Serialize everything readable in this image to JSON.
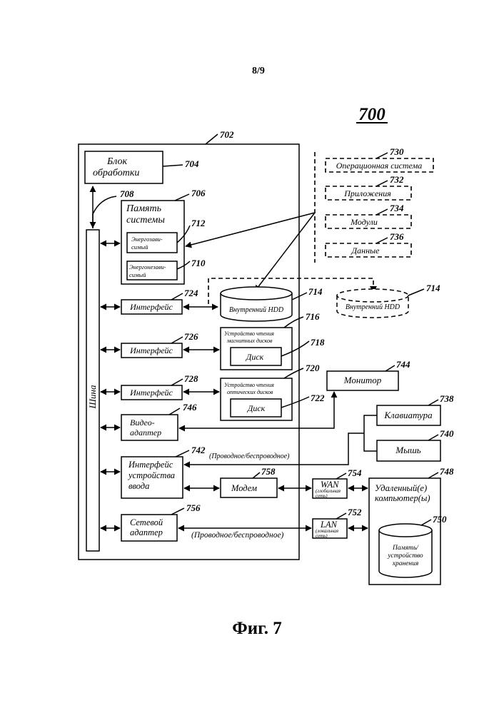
{
  "page_number": "8/9",
  "figure_number": "700",
  "caption": "Фиг. 7",
  "computer": {
    "ref": "702"
  },
  "processing_unit": {
    "line1": "Блок",
    "line2": "обработки",
    "ref": "704"
  },
  "bus": {
    "label": "Шина",
    "ref": "708"
  },
  "system_memory": {
    "line1": "Память",
    "line2": "системы",
    "ref": "706"
  },
  "volatile": {
    "line1": "Энергозави-",
    "line2": "симый",
    "ref": "712"
  },
  "nonvolatile": {
    "line1": "Энергонезави-",
    "line2": "симый",
    "ref": "710"
  },
  "interface_hdd": {
    "label": "Интерфейс",
    "ref": "724"
  },
  "interface_fdd": {
    "label": "Интерфейс",
    "ref": "726"
  },
  "interface_odd": {
    "label": "Интерфейс",
    "ref": "728"
  },
  "internal_hdd": {
    "label": "Внутренний HDD",
    "ref": "714"
  },
  "external_hdd": {
    "label": "Внутренний HDD",
    "ref": "714"
  },
  "magnetic_drive": {
    "line1": "Устройство чтения",
    "line2": "магнитных дисков",
    "ref": "716"
  },
  "magnetic_disk": {
    "label": "Диск",
    "ref": "718"
  },
  "optical_drive": {
    "line1": "Устройство чтения",
    "line2": "оптических дисков",
    "ref": "720"
  },
  "optical_disk": {
    "label": "Диск",
    "ref": "722"
  },
  "os": {
    "label": "Операционная система",
    "ref": "730"
  },
  "applications": {
    "label": "Приложения",
    "ref": "732"
  },
  "modules": {
    "label": "Модули",
    "ref": "734"
  },
  "data": {
    "label": "Данные",
    "ref": "736"
  },
  "video_adapter": {
    "line1": "Видео-",
    "line2": "адаптер",
    "ref": "746"
  },
  "monitor": {
    "label": "Монитор",
    "ref": "744"
  },
  "keyboard": {
    "label": "Клавиатура",
    "ref": "738"
  },
  "mouse": {
    "label": "Мышь",
    "ref": "740"
  },
  "input_interface": {
    "line1": "Интерфейс",
    "line2": "устройства",
    "line3": "ввода",
    "ref": "742"
  },
  "wired_wireless_top": "(Проводное/беспроводное)",
  "modem": {
    "label": "Модем",
    "ref": "758"
  },
  "wan": {
    "label": "WAN",
    "sub1": "(глобальная",
    "sub2": "сеть)",
    "ref": "754"
  },
  "lan": {
    "label": "LAN",
    "sub1": "(локальная",
    "sub2": "сеть)",
    "ref": "752"
  },
  "network_adapter": {
    "line1": "Сетевой",
    "line2": "адаптер",
    "ref": "756"
  },
  "wired_wireless_bottom": "(Проводное/беспроводное)",
  "remote": {
    "line1": "Удаленный(е)",
    "line2": "компьютер(ы)",
    "ref": "748"
  },
  "remote_storage": {
    "line1": "Память/",
    "line2": "устройство",
    "line3": "хранения",
    "ref": "750"
  }
}
